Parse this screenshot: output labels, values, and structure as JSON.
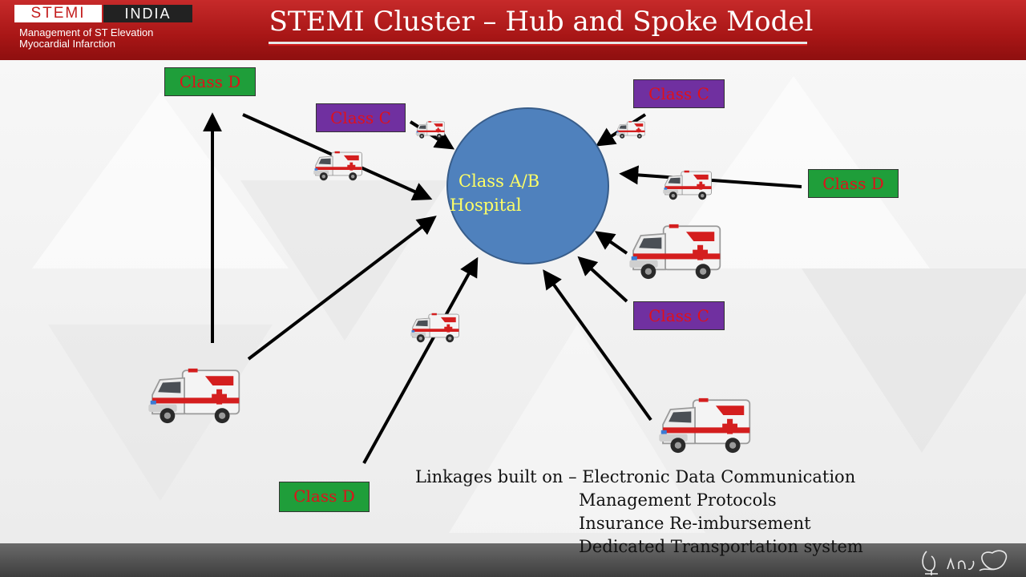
{
  "header": {
    "logo_left": "STEMI",
    "logo_right": "INDIA",
    "logo_sub_1": "Management of ST Elevation",
    "logo_sub_2": "Myocardial Infarction",
    "title": "STEMI Cluster – Hub and Spoke Model"
  },
  "colors": {
    "header_red": "#b01c1c",
    "class_d_bg": "#1f9e3a",
    "class_c_bg": "#7030a0",
    "label_text": "#e0101a",
    "hub_fill": "#4f81bd",
    "hub_text": "#ffff66"
  },
  "hub": {
    "line1": "Class A/B",
    "line2": "Hospital"
  },
  "spokes": [
    {
      "label": "Class D"
    },
    {
      "label": "Class C"
    },
    {
      "label": "Class C"
    },
    {
      "label": "Class D"
    },
    {
      "label": "Class C"
    },
    {
      "label": "Class D"
    }
  ],
  "linkages": {
    "lead": "Linkages built on – Electronic Data Communication",
    "items": [
      "Management Protocols",
      "Insurance Re-imbursement",
      "Dedicated Transportation system"
    ]
  },
  "icons": [
    "ambulance-icon",
    "signature-icon"
  ]
}
